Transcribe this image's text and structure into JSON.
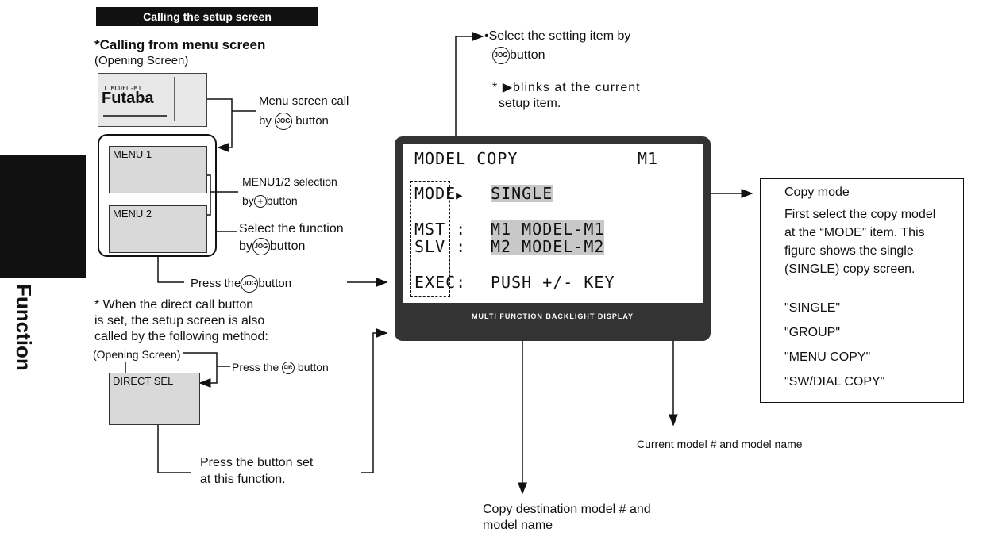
{
  "header": {
    "title": "Calling the setup screen"
  },
  "side_tab": {
    "label": "Function"
  },
  "left": {
    "subtitle": "*Calling from menu screen",
    "opening_screen": "(Opening Screen)",
    "thumb": {
      "brand": "Futaba",
      "model_line": "1 MODEL-M1"
    },
    "menu_call_line1": "Menu screen call",
    "menu_call_by": "by",
    "menu_call_button": "button",
    "menu1": "MENU 1",
    "menu2": "MENU 2",
    "selection_line1": "MENU1/2 selection",
    "selection_by": "by",
    "selection_button": "button",
    "select_func_line1": "Select the function",
    "select_func_by": "by",
    "select_func_button": "button",
    "press_the": "Press the",
    "press_button": "button",
    "direct_note_line1": "* When the direct call button",
    "direct_note_line2": "is set, the setup screen is also",
    "direct_note_line3": "called by the following method:",
    "opening_screen2": "(Opening Screen)",
    "press_dir_the": "Press the",
    "press_dir_button": "button",
    "direct_sel": "DIRECT SEL",
    "press_set_line1": "Press the button set",
    "press_set_line2": "at this function."
  },
  "icons": {
    "jog": "JOG",
    "dir": "DIR",
    "plus": "+",
    "blink": "▶"
  },
  "top_note": {
    "line1": "•Select the setting item by",
    "line2_button": "button",
    "blink_prefix": "*",
    "blink_text": "blinks at the current",
    "blink_line2": "setup item."
  },
  "lcd": {
    "title": "MODEL COPY",
    "model_no": "M1",
    "mode_label": "MODE",
    "mode_value": "SINGLE",
    "mst_label": "MST :",
    "mst_value": "M1  MODEL-M1",
    "slv_label": "SLV :",
    "slv_value": "M2  MODEL-M2",
    "exec_label": "EXEC:",
    "exec_value": "PUSH +/- KEY",
    "caption": "MULTI FUNCTION BACKLIGHT DISPLAY"
  },
  "copy_panel": {
    "title": "Copy mode",
    "desc_line1": "First select the copy model",
    "desc_line2": "at the “MODE” item. This",
    "desc_line3": "figure shows the single",
    "desc_line4": "(SINGLE) copy screen.",
    "options": [
      "\"SINGLE\"",
      "\"GROUP\"",
      "\"MENU COPY\"",
      "\"SW/DIAL COPY\""
    ]
  },
  "labels": {
    "current_model": "Current model # and model name",
    "dest_line1": "Copy destination model # and",
    "dest_line2": "model name"
  }
}
